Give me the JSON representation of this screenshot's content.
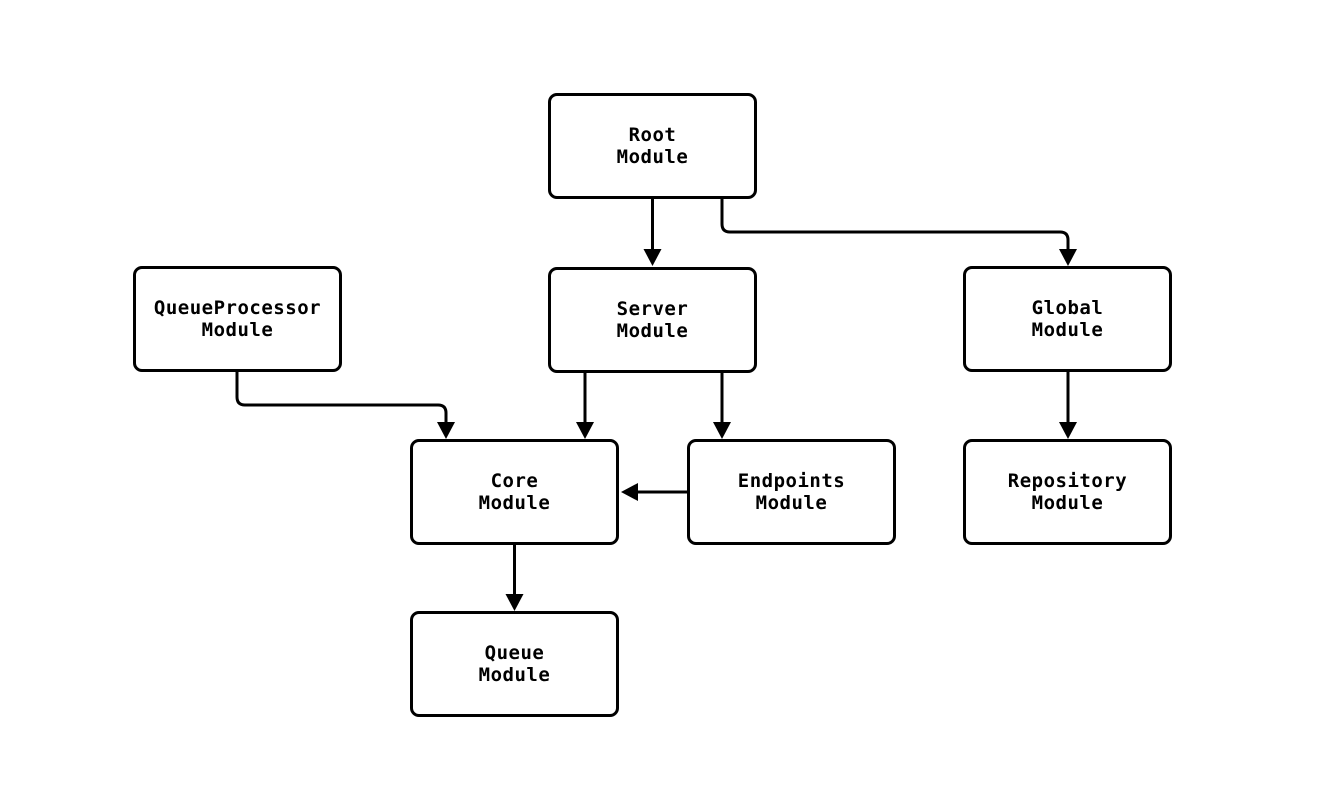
{
  "diagram": {
    "type": "module-dependency-diagram",
    "colors": {
      "stroke": "#000000",
      "node_fill": "#ffffff",
      "background": "#ffffff",
      "text": "#000000"
    },
    "nodes": {
      "root": {
        "label": "Root\nModule"
      },
      "queue_processor": {
        "label": "QueueProcessor\nModule"
      },
      "server": {
        "label": "Server\nModule"
      },
      "global": {
        "label": "Global\nModule"
      },
      "core": {
        "label": "Core\nModule"
      },
      "endpoints": {
        "label": "Endpoints\nModule"
      },
      "repository": {
        "label": "Repository\nModule"
      },
      "queue": {
        "label": "Queue\nModule"
      }
    },
    "edges": [
      {
        "from": "root",
        "to": "server"
      },
      {
        "from": "root",
        "to": "global"
      },
      {
        "from": "queue_processor",
        "to": "core"
      },
      {
        "from": "server",
        "to": "core"
      },
      {
        "from": "server",
        "to": "endpoints"
      },
      {
        "from": "endpoints",
        "to": "core"
      },
      {
        "from": "global",
        "to": "repository"
      },
      {
        "from": "core",
        "to": "queue"
      }
    ]
  }
}
